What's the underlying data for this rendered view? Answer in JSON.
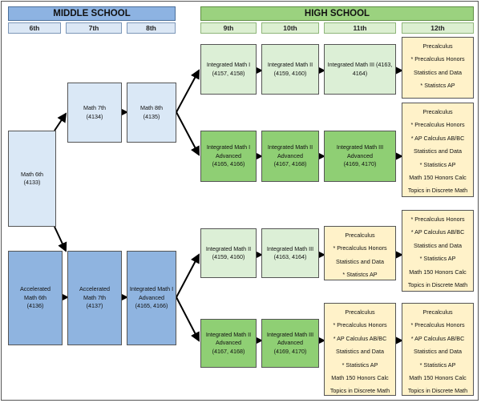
{
  "headers": {
    "middle": "MIDDLE SCHOOL",
    "high": "HIGH SCHOOL"
  },
  "grades": [
    "6th",
    "7th",
    "8th",
    "9th",
    "10th",
    "11th",
    "12th"
  ],
  "courses": {
    "math6": [
      "Math 6th",
      "(4133)"
    ],
    "acc6": [
      "Accelerated",
      "Math 6th",
      "(4136)"
    ],
    "math7": [
      "Math 7th",
      "(4134)"
    ],
    "acc7": [
      "Accelerated",
      "Math 7th",
      "(4137)"
    ],
    "math8": [
      "Math 8th",
      "(4135)"
    ],
    "im1adv8": [
      "Integrated Math I",
      "Advanced",
      "(4165, 4166)"
    ],
    "r1_9": [
      "Integrated Math I",
      "(4157, 4158)"
    ],
    "r1_10": [
      "Integrated Math II",
      "(4159, 4160)"
    ],
    "r1_11": [
      "Integrated Math III (4163,",
      "4164)"
    ],
    "r1_12": [
      "Precalculus",
      "* Precalculus Honors",
      "Statistics and Data",
      "* Statistcs AP"
    ],
    "r2_9": [
      "Integrated Math I",
      "Advanced",
      "(4165, 4166)"
    ],
    "r2_10": [
      "Integrated Math II",
      "Advanced",
      "(4167, 4168)"
    ],
    "r2_11": [
      "Integrated Math III",
      "Advanced",
      "(4169, 4170)"
    ],
    "r2_12": [
      "Precalculus",
      "* Precalculus Honors",
      "* AP Calculus AB/BC",
      "Statistics and Data",
      "* Statistics AP",
      "Math 150 Honors Calc",
      "Topics in Discrete Math"
    ],
    "r3_9": [
      "Integrated Math II",
      "(4159, 4160)"
    ],
    "r3_10": [
      "Integrated Math III",
      "(4163, 4164)"
    ],
    "r3_11": [
      "Precalculus",
      "* Precalculus Honors",
      "Statistics and Data",
      "* Statistcs AP"
    ],
    "r3_12": [
      "* Precalculus Honors",
      "* AP Calculus AB/BC",
      "Statistics and Data",
      "* Statistics AP",
      "Math 150 Honors Calc",
      "Topics in Discrete Math"
    ],
    "r4_9": [
      "Integrated Math II",
      "Advanced",
      "(4167, 4168)"
    ],
    "r4_10": [
      "Integrated Math III",
      "Advanced",
      "(4169, 4170)"
    ],
    "r4_11": [
      "Precalculus",
      "* Precalculus Honors",
      "* AP Calculus AB/BC",
      "Statistics and Data",
      "* Statistics AP",
      "Math 150 Honors Calc",
      "Topics in Discrete Math"
    ],
    "r4_12": [
      "Precalculus",
      "* Precalculus Honors",
      "* AP Calculus AB/BC",
      "Statistics and Data",
      "* Statistics AP",
      "Math 150 Honors Calc",
      "Topics in Discrete Math"
    ]
  },
  "colors": {
    "light_blue": "#dae8f6",
    "mid_blue": "#8fb4e0",
    "light_green": "#dcefd6",
    "dark_green": "#8fcf74",
    "yellow": "#fff2c9"
  }
}
